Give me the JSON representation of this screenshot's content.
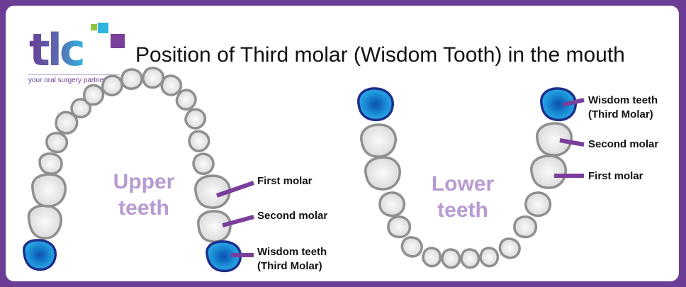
{
  "logo": {
    "text": "tlc",
    "tagline": "your oral surgery partner"
  },
  "title": "Position of Third molar (Wisdom Tooth) in the mouth",
  "upper": {
    "label_line1": "Upper",
    "label_line2": "teeth",
    "callouts": {
      "first_molar": "First molar",
      "second_molar": "Second molar",
      "wisdom_line1": "Wisdom teeth",
      "wisdom_line2": "(Third Molar)"
    }
  },
  "lower": {
    "label_line1": "Lower",
    "label_line2": "teeth",
    "callouts": {
      "wisdom_line1": "Wisdom teeth",
      "wisdom_line2": "(Third Molar)",
      "second_molar": "Second molar",
      "first_molar": "First molar"
    }
  },
  "colors": {
    "frame": "#6b3d97",
    "tooth_fill": "#e4e4e4",
    "tooth_outline": "#8f8f8f",
    "wisdom_fill": "#1a8fd6",
    "wisdom_outline": "#1d2f8c",
    "pointer": "#7a3f9a",
    "jaw_label": "#b79bd1"
  }
}
